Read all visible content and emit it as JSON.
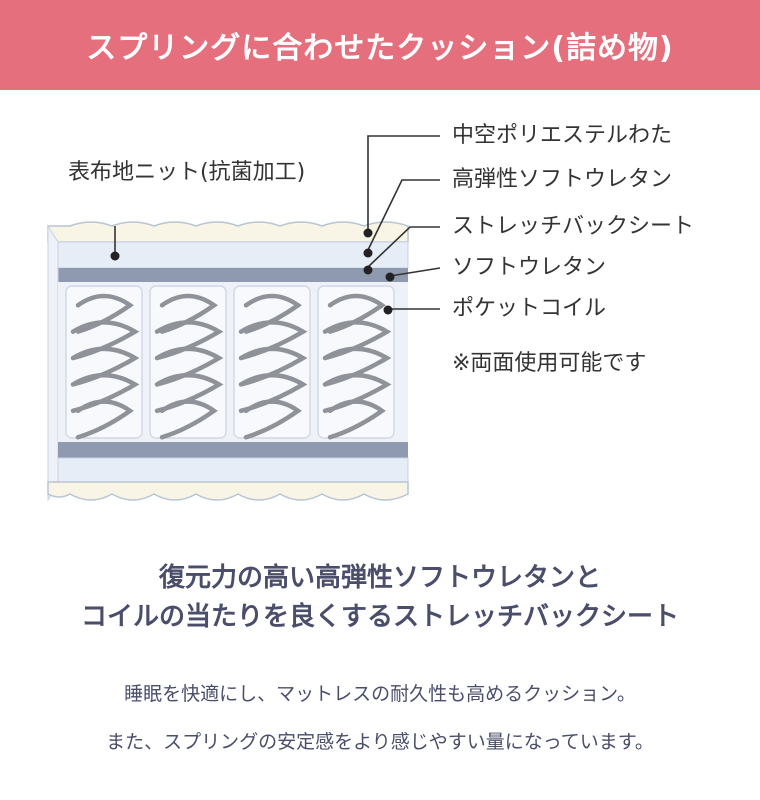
{
  "header": {
    "title": "スプリングに合わせたクッション(詰め物)"
  },
  "diagram": {
    "labels": {
      "cover_knit": "表布地ニット(抗菌加工)",
      "hollow_poly": "中空ポリエステルわた",
      "high_resilience_urethane": "高弾性ソフトウレタン",
      "stretch_back_sheet": "ストレッチバックシート",
      "soft_urethane": "ソフトウレタン",
      "pocket_coil": "ポケットコイル"
    },
    "note": "※両面使用可能です"
  },
  "headline": {
    "line1": "復元力の高い高弾性ソフトウレタンと",
    "line2": "コイルの当たりを良くするストレッチバックシート"
  },
  "description": {
    "line1": "睡眠を快適にし、マットレスの耐久性も高めるクッション。",
    "line2": "また、スプリングの安定感をより感じやすい量になっています。"
  },
  "colors": {
    "banner": "#e56f7d",
    "text_dark": "#4a4e6b",
    "layer_blue": "#e6edf7",
    "layer_gray": "#8f9ab0",
    "coil": "#8f9399"
  }
}
